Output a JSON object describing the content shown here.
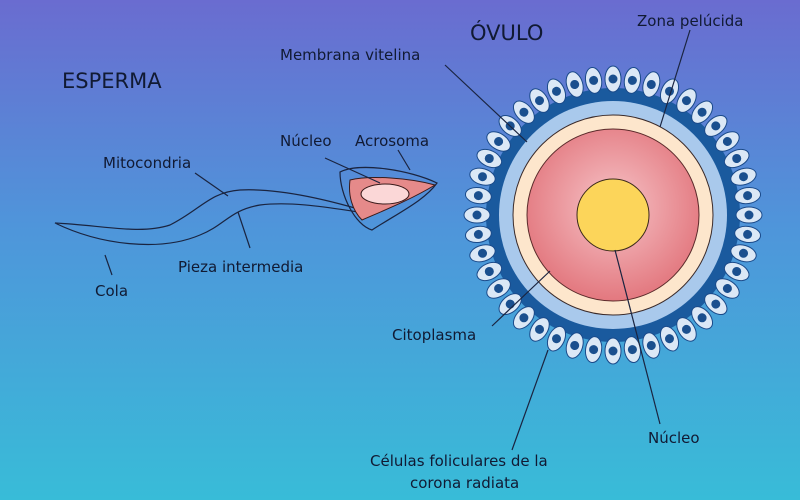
{
  "title_egg": "ÓVULO",
  "title_sperm": "ESPERMA",
  "egg_labels": {
    "zona": "Zona pelúcida",
    "membrana": "Membrana vitelina",
    "citoplasma": "Citoplasma",
    "nucleo": "Núcleo",
    "celulas_1": "Células foliculares de la",
    "celulas_2": "corona radiata"
  },
  "sperm_labels": {
    "nucleo": "Núcleo",
    "acrosoma": "Acrosoma",
    "mitocondria": "Mitocondria",
    "pieza": "Pieza intermedia",
    "cola": "Cola"
  },
  "colors": {
    "bg_top": "#6b6fd2",
    "bg_bottom": "#36bcd8",
    "corona": "#1a5a9e",
    "membrane": "#a9c9ec",
    "zona": "#fde6cc",
    "cytoplasm": "#e88a90",
    "nucleus": "#fcd55a"
  }
}
